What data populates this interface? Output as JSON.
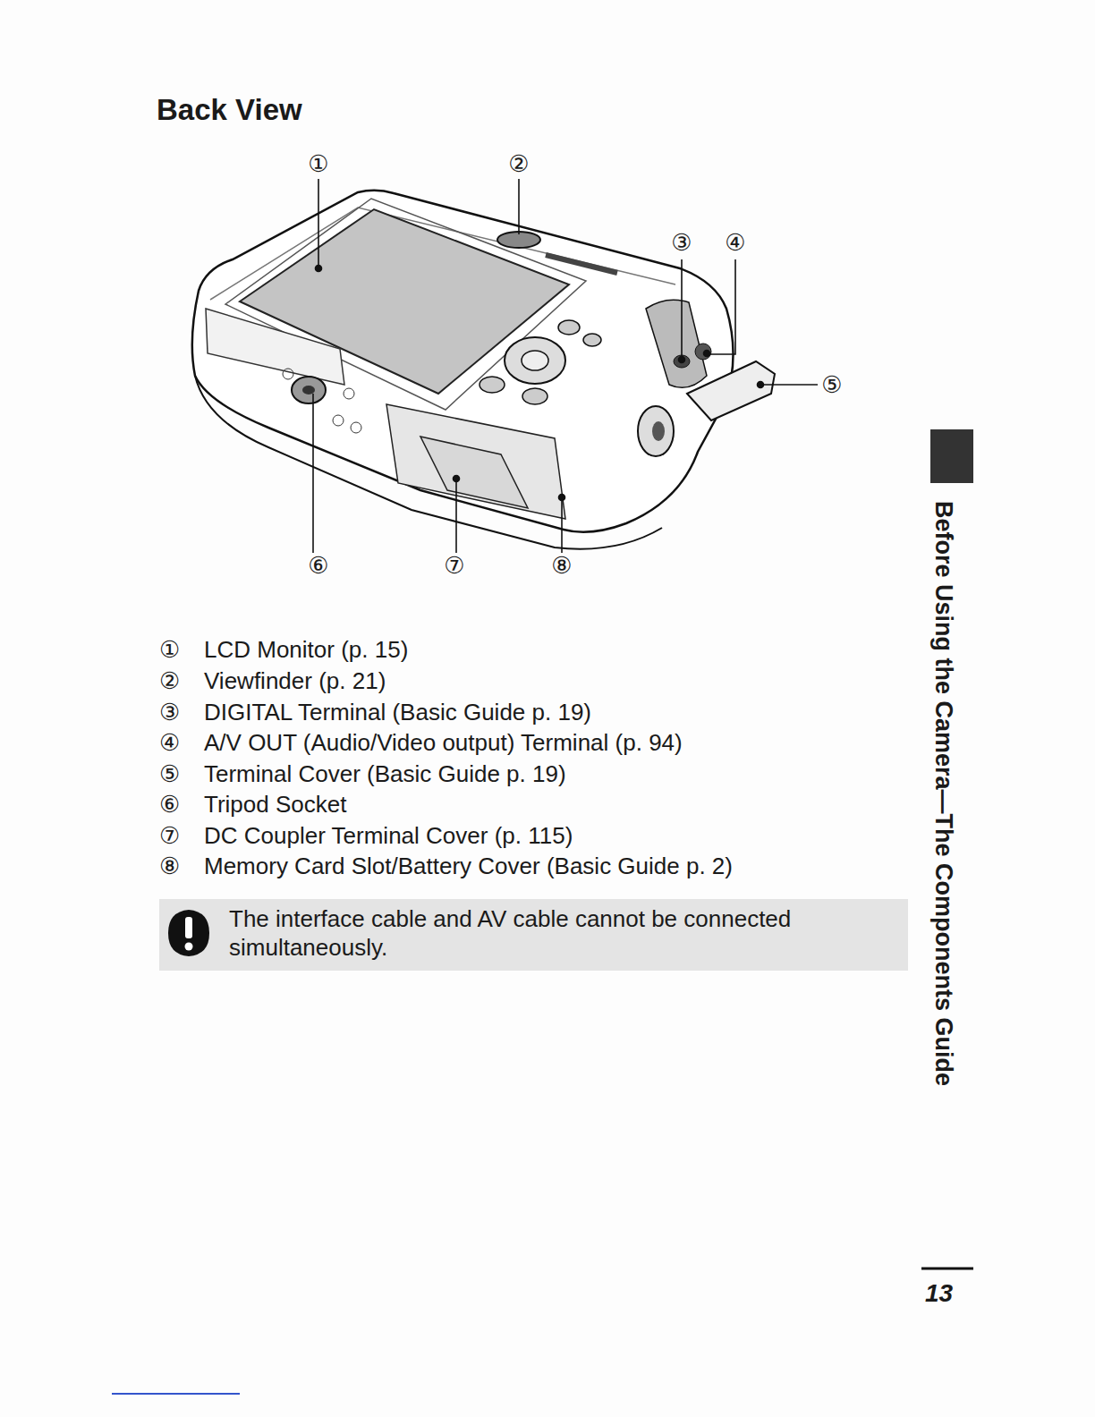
{
  "diagram": {
    "title": "Back View",
    "nodes": [
      {
        "text": [
          "The interface cable and AV cable cannot be connected simultaneously."
        ]
      }
    ],
    "edges": [],
    "labels": [
      "①",
      "②",
      "③",
      "④",
      "⑤",
      "⑥",
      "⑦",
      "⑧",
      "①",
      "LCD Monitor (p. 15)",
      "②",
      "Viewfinder (p. 21)",
      "③",
      "DIGITAL Terminal (Basic Guide p. 19)",
      "④",
      "A/V OUT (Audio/Video output) Terminal (p. 94)",
      "⑤",
      "Terminal Cover (Basic Guide p. 19)",
      "⑥",
      "Tripod Socket",
      "⑦",
      "DC Coupler Terminal Cover (p. 115)",
      "⑧",
      "Memory Card Slot/Battery Cover (Basic Guide p. 2)",
      "Before Using the Camera—The Components Guide",
      "13"
    ]
  }
}
